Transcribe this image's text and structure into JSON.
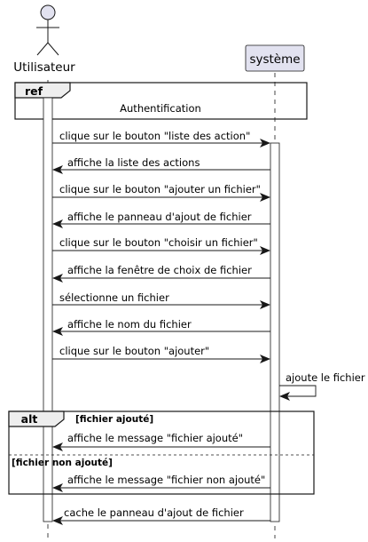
{
  "participants": {
    "actor": "Utilisateur",
    "system": "système"
  },
  "ref": {
    "tag": "ref",
    "label": "Authentification"
  },
  "messages": [
    {
      "from": "actor",
      "to": "system",
      "text": "clique sur le bouton \"liste des action\""
    },
    {
      "from": "system",
      "to": "actor",
      "text": "affiche la liste des actions"
    },
    {
      "from": "actor",
      "to": "system",
      "text": "clique sur le bouton \"ajouter un fichier\""
    },
    {
      "from": "system",
      "to": "actor",
      "text": "affiche le panneau d'ajout de fichier"
    },
    {
      "from": "actor",
      "to": "system",
      "text": "clique sur le bouton \"choisir un fichier\""
    },
    {
      "from": "system",
      "to": "actor",
      "text": "affiche la fenêtre de choix de fichier"
    },
    {
      "from": "actor",
      "to": "system",
      "text": "sélectionne un fichier"
    },
    {
      "from": "system",
      "to": "actor",
      "text": "affiche le nom du fichier"
    },
    {
      "from": "actor",
      "to": "system",
      "text": "clique sur le bouton \"ajouter\""
    },
    {
      "from": "system",
      "to": "system",
      "text": "ajoute le fichier"
    },
    {
      "from": "system",
      "to": "actor",
      "text": "affiche le message \"fichier ajouté\""
    },
    {
      "from": "system",
      "to": "actor",
      "text": "affiche le message \"fichier non ajouté\""
    },
    {
      "from": "system",
      "to": "actor",
      "text": "cache le panneau d'ajout de fichier"
    }
  ],
  "alt": {
    "tag": "alt",
    "guard1": "[fichier ajouté]",
    "guard2": "[fichier non ajouté]"
  },
  "colors": {
    "participant_fill": "#e2e2f0",
    "participant_border": "#181818",
    "line": "#181818",
    "frame_tag_fill": "#eeeeee"
  }
}
